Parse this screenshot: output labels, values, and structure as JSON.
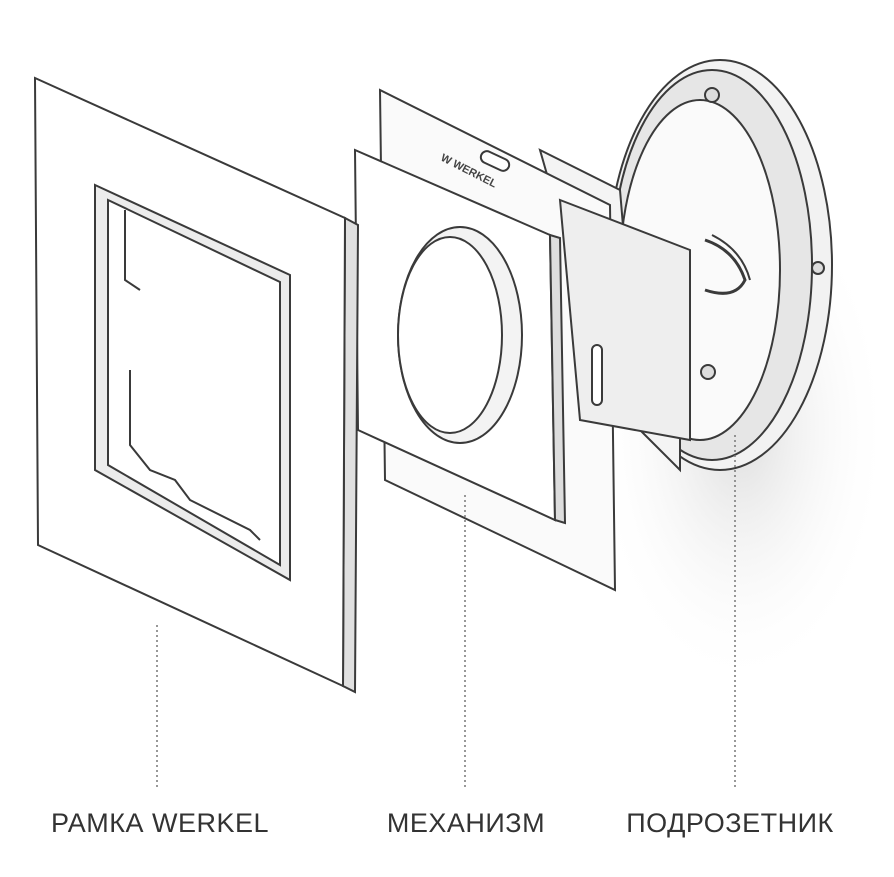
{
  "labels": {
    "frame": "РАМКА WERKEL",
    "mechanism": "МЕХАНИЗМ",
    "box": "ПОДРОЗЕТНИК"
  },
  "logo_text": "WERKEL",
  "colors": {
    "line": "#3a3a3a",
    "fill": "#ffffff",
    "shade": "#e8e8e8",
    "text": "#333333"
  }
}
